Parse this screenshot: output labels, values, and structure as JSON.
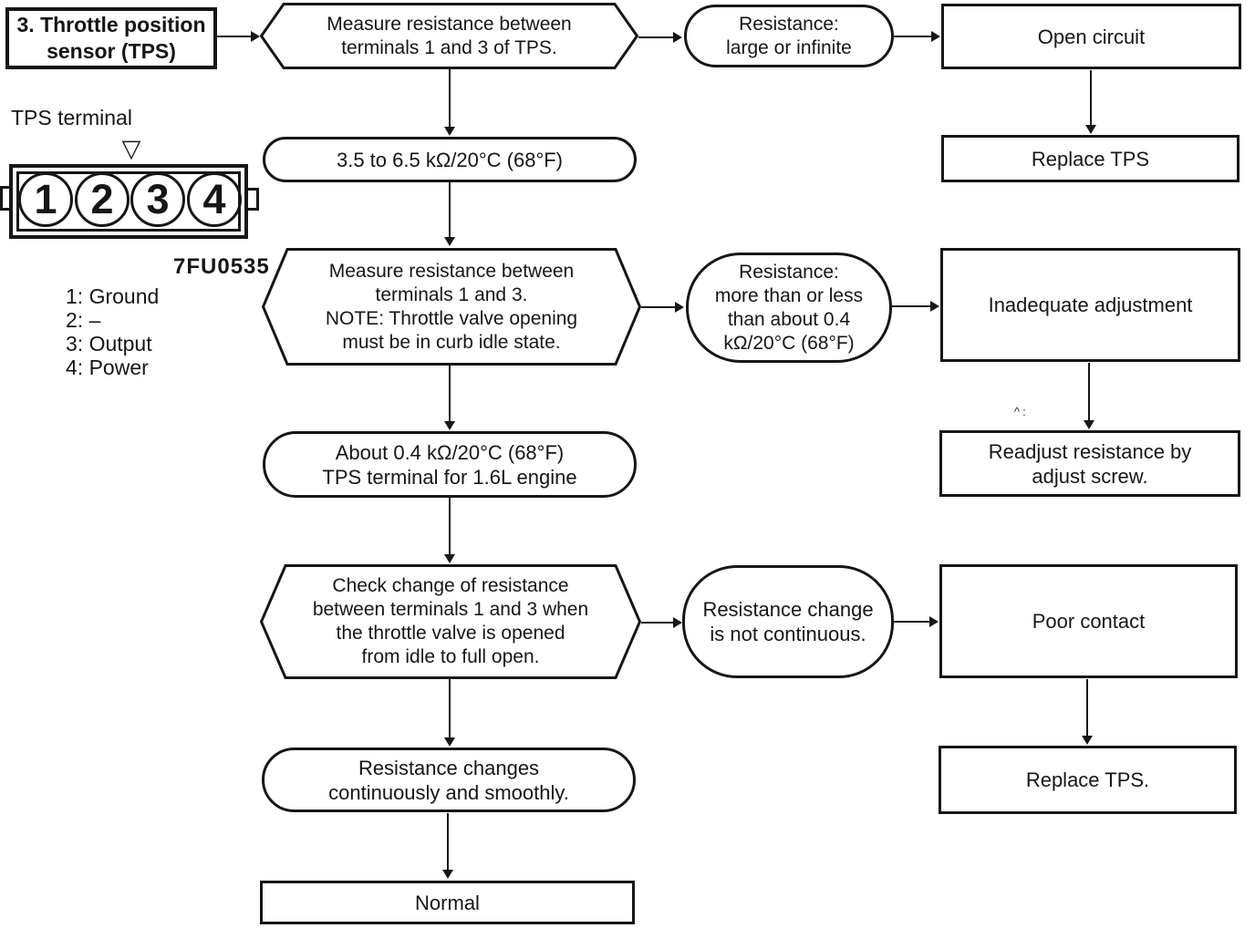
{
  "colors": {
    "ink": "#161616",
    "paper": "#ffffff"
  },
  "header": {
    "title_lines": [
      "3. Throttle position",
      "sensor (TPS)"
    ]
  },
  "connector_figure": {
    "caption": "TPS terminal",
    "pointer_icon": "▽",
    "pins": [
      "1",
      "2",
      "3",
      "4"
    ],
    "figure_code": "7FU0535",
    "legend": [
      "1: Ground",
      "2: –",
      "3: Output",
      "4: Power"
    ]
  },
  "flowchart": {
    "steps": [
      {
        "lines": [
          "Measure resistance between",
          "terminals 1 and 3 of TPS."
        ]
      },
      {
        "lines": [
          "Measure resistance between",
          "terminals 1 and 3.",
          "NOTE: Throttle valve opening",
          "must be in curb idle state."
        ]
      },
      {
        "lines": [
          "Check change of resistance",
          "between terminals 1 and 3 when",
          "the throttle valve is opened",
          "from idle to full open."
        ]
      }
    ],
    "spec_results": [
      {
        "lines": [
          "3.5 to 6.5 kΩ/20°C (68°F)"
        ]
      },
      {
        "lines": [
          "About 0.4 kΩ/20°C (68°F)",
          "TPS terminal for 1.6L engine"
        ]
      },
      {
        "lines": [
          "Resistance changes",
          "continuously and smoothly."
        ]
      }
    ],
    "fault_conditions": [
      {
        "lines": [
          "Resistance:",
          "large or infinite"
        ]
      },
      {
        "lines": [
          "Resistance:",
          "more than or less",
          "than about 0.4",
          "kΩ/20°C (68°F)"
        ]
      },
      {
        "lines": [
          "Resistance change",
          "is not continuous."
        ]
      }
    ],
    "diagnosis_boxes": [
      {
        "lines": [
          "Open circuit"
        ]
      },
      {
        "lines": [
          "Replace TPS"
        ]
      },
      {
        "lines": [
          "Inadequate adjustment"
        ]
      },
      {
        "lines": [
          "Readjust resistance by",
          "adjust screw."
        ]
      },
      {
        "lines": [
          "Poor contact"
        ]
      },
      {
        "lines": [
          "Replace TPS."
        ]
      }
    ],
    "final_result": "Normal"
  },
  "artifacts": {
    "scan_smudge": "^:"
  }
}
